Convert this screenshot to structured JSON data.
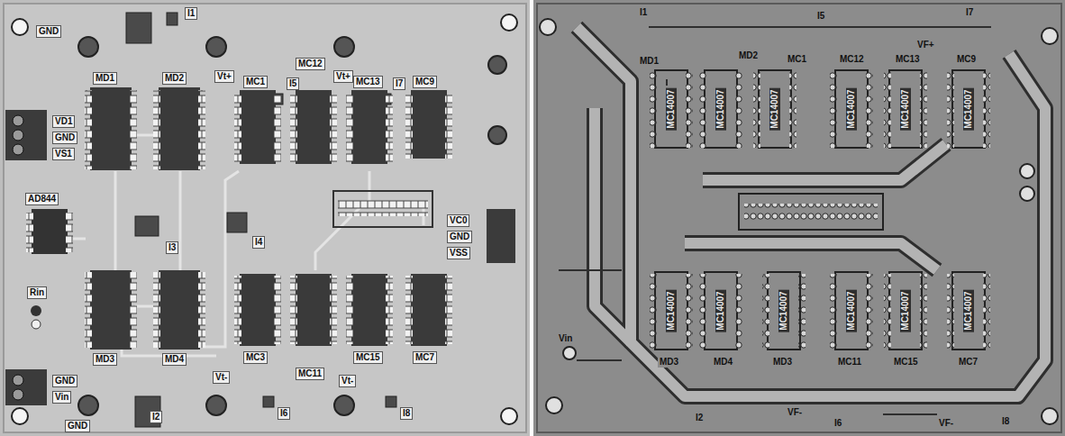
{
  "diagram": {
    "labels": [
      "GND",
      "I1",
      "MD1",
      "MD2",
      "Vt+",
      "MC1",
      "I5",
      "MC12",
      "Vt+",
      "MC13",
      "I7",
      "MC9",
      "VD1",
      "GND",
      "VS1",
      "AD844",
      "I3",
      "I4",
      "VC0",
      "GND",
      "VSS",
      "Rin",
      "GND",
      "Vin",
      "MD3",
      "MD4",
      "MC3",
      "Vt-",
      "MC11",
      "MC15",
      "MC7",
      "Vt-",
      "I2",
      "I6",
      "I8",
      "GND",
      "I1",
      "I5",
      "I7",
      "VF+",
      "MD1",
      "MD2",
      "MC1",
      "MC12",
      "MC13",
      "MC9",
      "MC14007",
      "MC14007",
      "MC14007",
      "MC14007",
      "MC14007",
      "MC14007",
      "MC14007",
      "MC14007",
      "MC14007",
      "MC14007",
      "MC14007",
      "MC14007",
      "Vin",
      "MD3",
      "MD4",
      "MD3",
      "MC11",
      "MC15",
      "MC7",
      "I2",
      "VF-",
      "I6",
      "VF-",
      "I8"
    ]
  }
}
